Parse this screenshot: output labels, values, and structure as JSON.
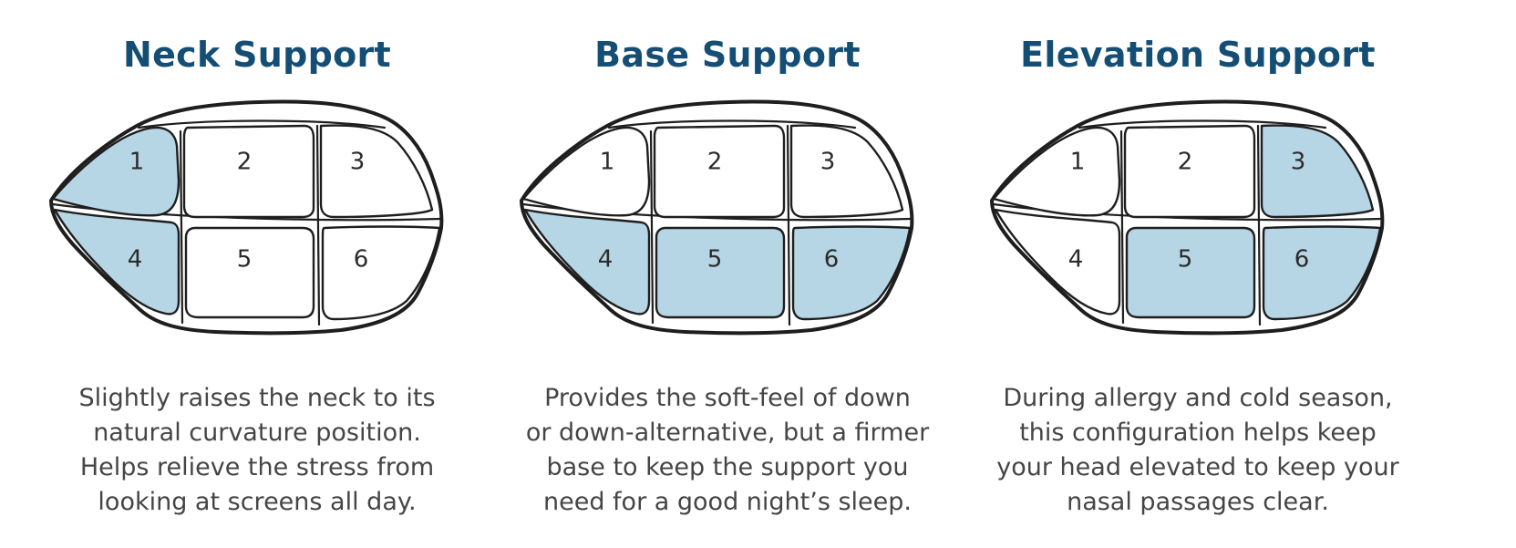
{
  "colors": {
    "title": "#144e75",
    "fill": "#b7d6e5",
    "outline": "#1e1e1e",
    "text": "#454545"
  },
  "panels": [
    {
      "title": "Neck Support",
      "numbers": [
        "1",
        "2",
        "3",
        "4",
        "5",
        "6"
      ],
      "highlighted": [
        1,
        4
      ],
      "description": [
        "Slightly raises the neck to its",
        "natural curvature position.",
        "Helps relieve the stress from",
        "looking at screens all day."
      ]
    },
    {
      "title": "Base Support",
      "numbers": [
        "1",
        "2",
        "3",
        "4",
        "5",
        "6"
      ],
      "highlighted": [
        4,
        5,
        6
      ],
      "description": [
        "Provides the soft-feel of down",
        "or down-alternative, but a firmer",
        "base to keep the support you",
        "need for a good night’s sleep."
      ]
    },
    {
      "title": "Elevation Support",
      "numbers": [
        "1",
        "2",
        "3",
        "4",
        "5",
        "6"
      ],
      "highlighted": [
        3,
        5,
        6
      ],
      "description": [
        "During allergy and cold season,",
        "this configuration helps keep",
        "your head elevated to keep your",
        "nasal passages clear."
      ]
    }
  ]
}
